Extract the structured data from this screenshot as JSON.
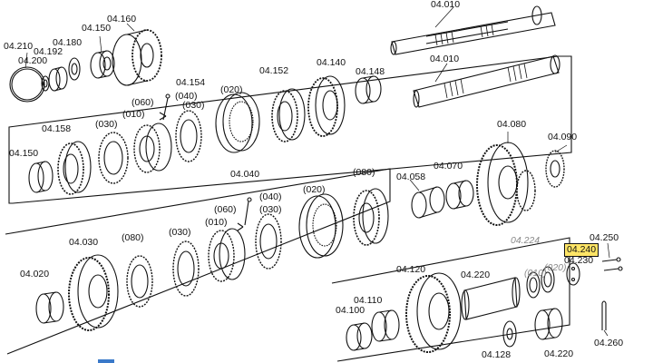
{
  "labels": {
    "l04_010_top": "04.010",
    "l04_010_mid": "04.010",
    "l04_160": "04.160",
    "l04_150_top": "04.150",
    "l04_180": "04.180",
    "l04_192": "04.192",
    "l04_210": "04.210",
    "l04_200": "04.200",
    "l04_154": "04.154",
    "l04_152": "04.152",
    "l04_140": "04.140",
    "l04_148": "04.148",
    "l04_158": "04.158",
    "l04_150_left": "04.150",
    "p060_a": "(060)",
    "p040_a": "(040)",
    "p030_a": "(030)",
    "p010_a": "(010)",
    "p030_b": "(030)",
    "p020_a": "(020)",
    "l04_080": "04.080",
    "l04_090": "04.090",
    "l04_058": "04.058",
    "l04_070": "04.070",
    "l04_040": "04.040",
    "p080_a": "(080)",
    "p020_b": "(020)",
    "p060_b": "(060)",
    "p040_b": "(040)",
    "p010_b": "(010)",
    "p030_c": "(030)",
    "p080_b": "(080)",
    "p030_d": "(030)",
    "l04_030": "04.030",
    "l04_020": "04.020",
    "l04_224": "04.224",
    "l04_250": "04.250",
    "l04_240": "04.240",
    "l04_230": "04.230",
    "l04_120": "04.120",
    "l04_220_top": "04.220",
    "p020_c": "(020)",
    "p010_c": "(010)",
    "l04_110": "04.110",
    "l04_100": "04.100",
    "l04_128": "04.128",
    "l04_220_bot": "04.220",
    "l04_260": "04.260"
  },
  "highlight": {
    "label_key": "l04_240",
    "color": "#ffe566"
  },
  "colors": {
    "line": "#111111",
    "faint": "#8a8a8a",
    "accent": "#3a79c9"
  }
}
